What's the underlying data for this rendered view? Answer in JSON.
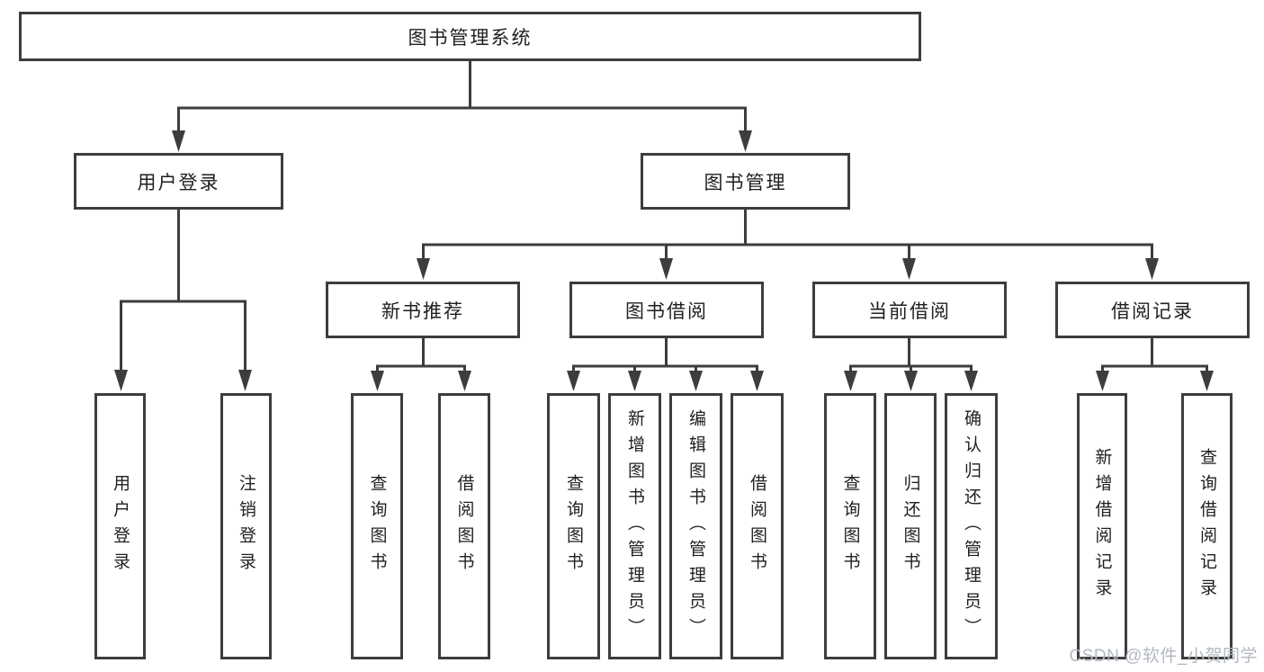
{
  "colors": {
    "line": "#3d3d3d",
    "text": "#1f1f1f",
    "background": "#ffffff",
    "watermark": "#b2b8c1"
  },
  "diagram": {
    "root": {
      "label": "图书管理系统"
    },
    "branches": [
      {
        "label": "用户登录",
        "children": [
          {
            "label": "用户登录"
          },
          {
            "label": "注销登录"
          }
        ]
      },
      {
        "label": "图书管理",
        "children": [
          {
            "label": "新书推荐",
            "children": [
              {
                "label": "查询图书"
              },
              {
                "label": "借阅图书"
              }
            ]
          },
          {
            "label": "图书借阅",
            "children": [
              {
                "label": "查询图书"
              },
              {
                "label": "新增图书（管理员）"
              },
              {
                "label": "编辑图书（管理员）"
              },
              {
                "label": "借阅图书"
              }
            ]
          },
          {
            "label": "当前借阅",
            "children": [
              {
                "label": "查询图书"
              },
              {
                "label": "归还图书"
              },
              {
                "label": "确认归还（管理员）"
              }
            ]
          },
          {
            "label": "借阅记录",
            "children": [
              {
                "label": "新增借阅记录"
              },
              {
                "label": "查询借阅记录"
              }
            ]
          }
        ]
      }
    ]
  },
  "watermark": {
    "text": "CSDN @软件_小贺同学"
  }
}
